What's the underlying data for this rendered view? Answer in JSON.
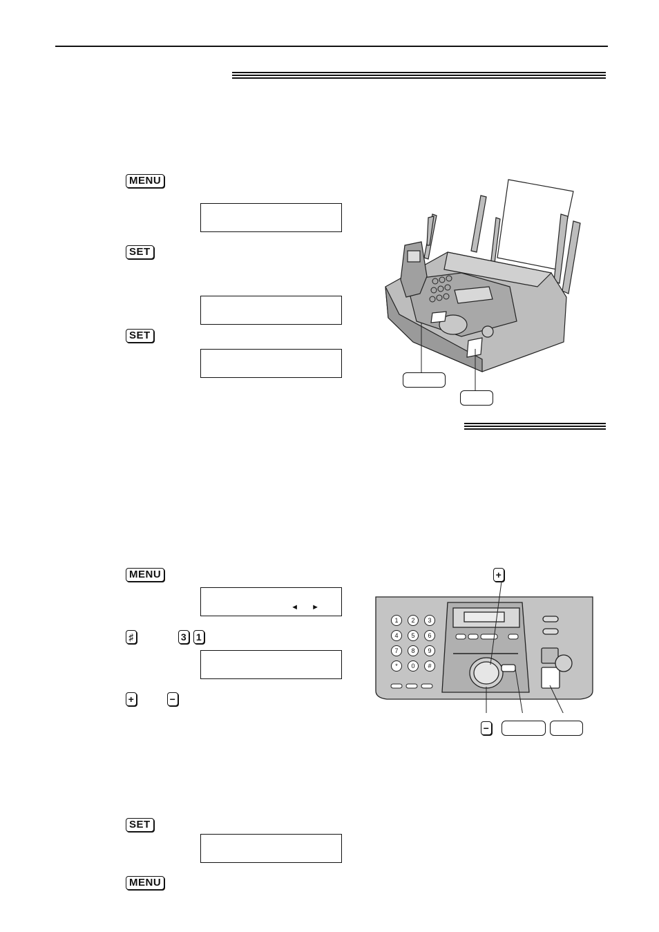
{
  "keys": {
    "menu_label": "MENU",
    "set_label": "SET",
    "hash_label": "♯",
    "digit_3": "3",
    "digit_1": "1",
    "plus_label": "+",
    "minus_label": "−"
  },
  "display": {
    "arrows": "◄ ►"
  },
  "control_panel_keypad": [
    "1",
    "2",
    "3",
    "4",
    "5",
    "6",
    "7",
    "8",
    "9",
    "*",
    "0",
    "#"
  ],
  "icons": [
    "fax-machine-illustration",
    "control-panel-illustration",
    "plus-icon",
    "minus-icon"
  ]
}
